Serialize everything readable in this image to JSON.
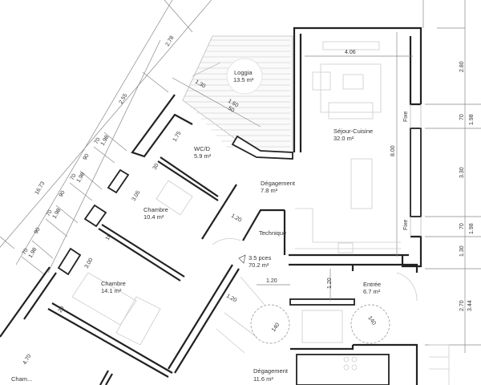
{
  "rooms": {
    "loggia": {
      "name": "Loggia",
      "area": "13.5 m²"
    },
    "wcd": {
      "name": "WC/D",
      "area": "5.9 m²"
    },
    "sejour": {
      "name": "Séjour-Cuisine",
      "area": "32.0 m²"
    },
    "degagement1": {
      "name": "Dégagement",
      "area": "7.8 m²"
    },
    "chambre1": {
      "name": "Chambre",
      "area": "10.4 m²"
    },
    "technique": {
      "name": "Technique"
    },
    "summary": {
      "name": "3.5 pces",
      "area": "70.2 m²"
    },
    "chambre2": {
      "name": "Chambre",
      "area": "14.1 m²"
    },
    "entree": {
      "name": "Entrée",
      "area": "6.7 m²"
    },
    "degagement2": {
      "name": "Dégagement",
      "area": "11.6 m²"
    },
    "chambre3": {
      "name": "Cham..."
    }
  },
  "dimensions": {
    "facade_total": "16.73",
    "d278": "2.78",
    "d255": "2.55",
    "win1_w": "70",
    "win1_h": "1.98",
    "p1": "90",
    "win2_w": "70",
    "win2_h": "1.98",
    "p2": "90",
    "win3_w": "70",
    "win3_h": "1.98",
    "p3": "90",
    "win4_w": "70",
    "win4_h": "1.98",
    "loggia_a": "1.30",
    "loggia_b": "1.60",
    "loggia_c": "50",
    "wc_w": "1.75",
    "wall30": "30",
    "ch1_w": "3.05",
    "wall10": "10",
    "ch2_w": "3.00",
    "wall20": "20",
    "ch3_w": "4.70",
    "door_a": "1.20",
    "door_b": "1.20",
    "door_c": "1.20",
    "door_d": "1.20",
    "sejour_w": "4.06",
    "sejour_l": "8.00",
    "fixe1": "Fixe",
    "fixe2": "Fixe",
    "r280": "2.80",
    "r70a": "70",
    "r198a": "1.98",
    "r330": "3.30",
    "r70b": "70",
    "r198b": "1.98",
    "r130": "1.30",
    "r270": "2.70",
    "r344": "3.44",
    "turn1": "140",
    "turn2": "140"
  }
}
